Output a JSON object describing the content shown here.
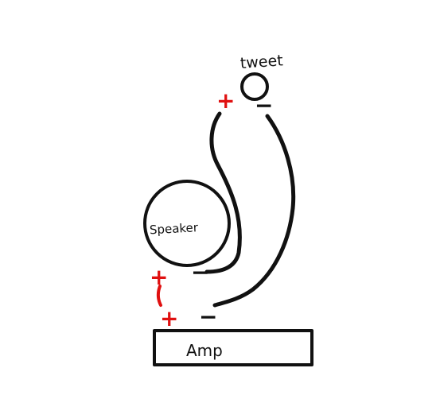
{
  "labels": {
    "tweet": "tweet",
    "speaker": "Speaker",
    "amp": "Amp"
  },
  "polarity": {
    "positive": "+",
    "negative": "−"
  },
  "colors": {
    "ink": "#111111",
    "positive": "#e01010",
    "background": "#ffffff"
  }
}
